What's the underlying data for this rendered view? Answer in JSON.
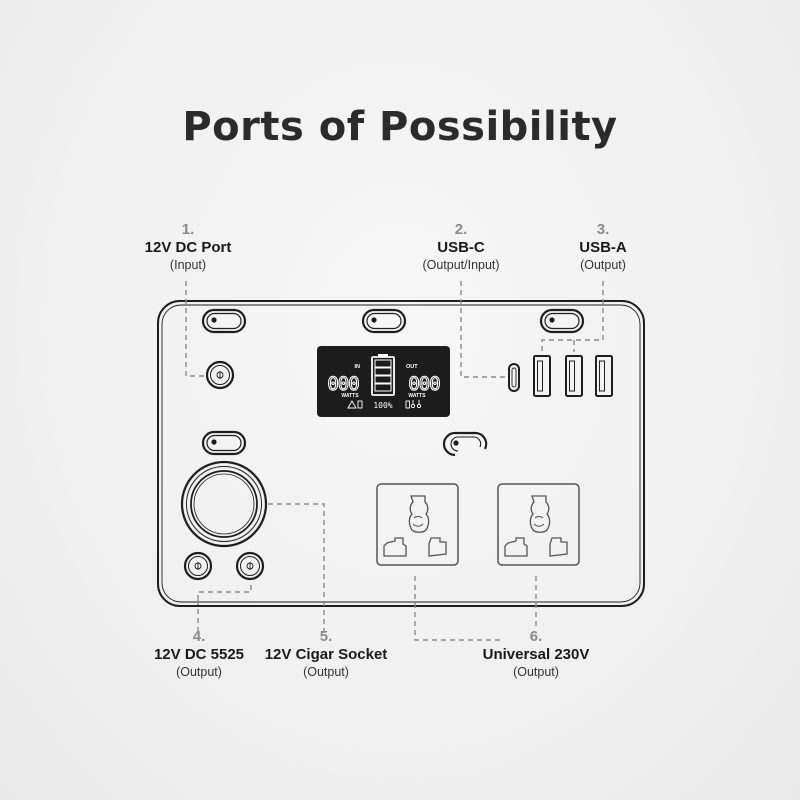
{
  "title": "Ports of Possibility",
  "colors": {
    "background": "#f2f2f2",
    "title": "#2b2b2b",
    "line": "#1e1e1e",
    "leader": "#8a8a8a",
    "display_bg": "#1c1c1c",
    "display_fg": "#ffffff"
  },
  "ports": [
    {
      "number": "1.",
      "name": "12V DC Port",
      "type": "(Input)"
    },
    {
      "number": "2.",
      "name": "USB-C",
      "type": "(Output/Input)"
    },
    {
      "number": "3.",
      "name": "USB-A",
      "type": "(Output)"
    },
    {
      "number": "4.",
      "name": "12V DC 5525",
      "type": "(Output)"
    },
    {
      "number": "5.",
      "name": "12V Cigar Socket",
      "type": "(Output)"
    },
    {
      "number": "6.",
      "name": "Universal 230V",
      "type": "(Output)"
    }
  ],
  "display": {
    "in_label": "IN",
    "out_label": "OUT",
    "in_value": "000",
    "out_value": "000",
    "in_unit": "WATTS",
    "out_unit": "WATTS",
    "battery_percent": "100%",
    "battery_bars": 4,
    "icons": [
      "warning-icon",
      "battery-small-icon",
      "battery-status-icon",
      "thermometer-icon",
      "fan-icon"
    ]
  }
}
